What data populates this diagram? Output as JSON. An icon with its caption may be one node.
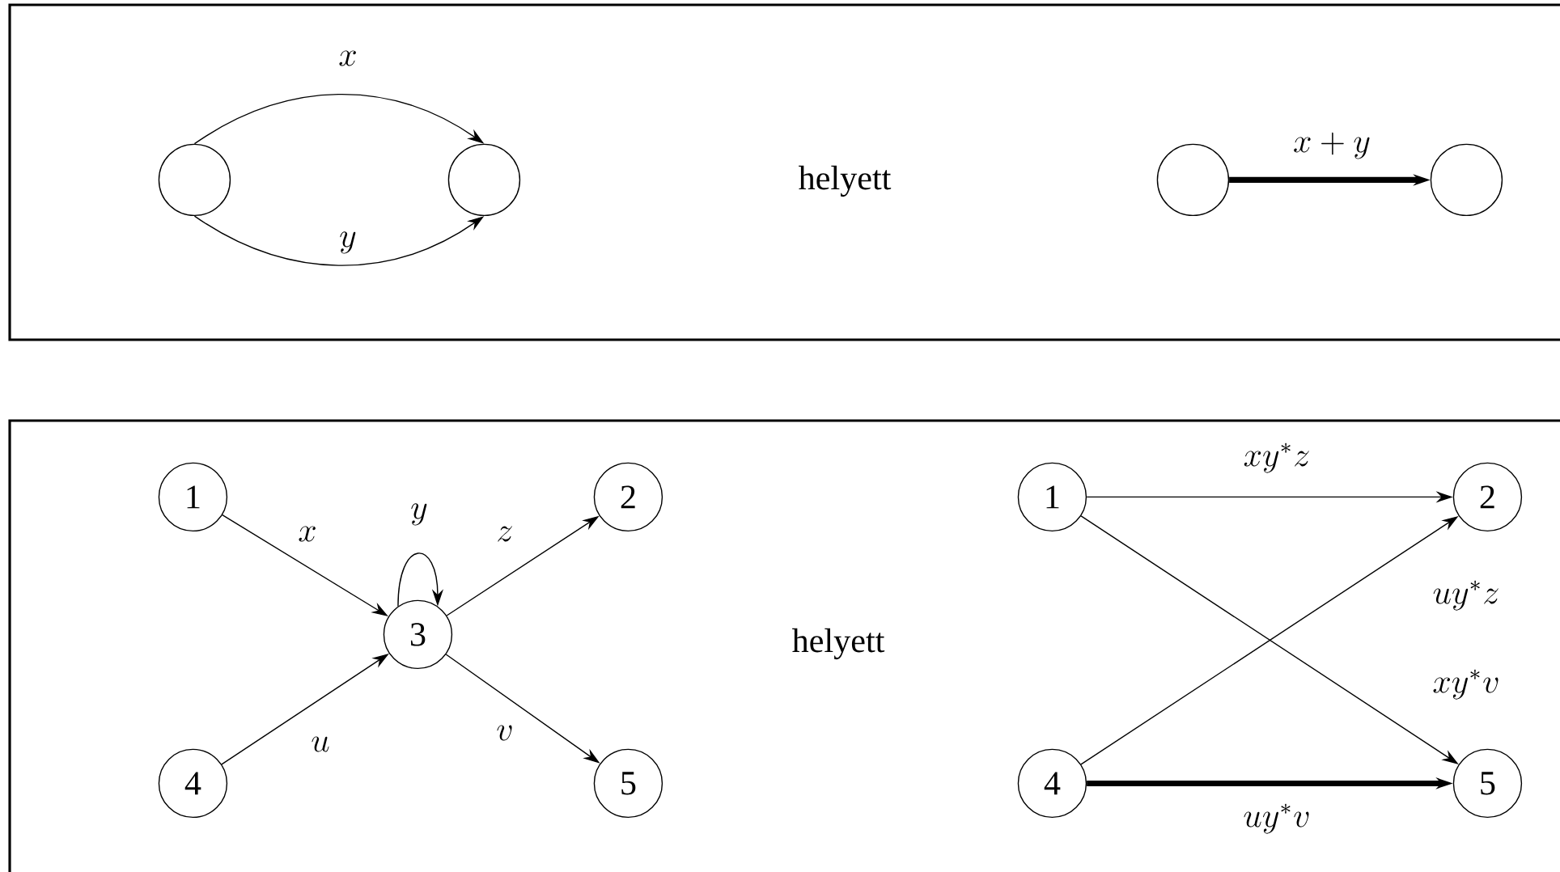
{
  "diagram": {
    "nodes": [
      {
        "text": [],
        "shape": "box"
      },
      {
        "text": [],
        "shape": "circle",
        "in": 0
      },
      {
        "text": [],
        "shape": "circle",
        "in": 0
      },
      {
        "text": [],
        "shape": "circle",
        "in": 0
      },
      {
        "text": [],
        "shape": "circle",
        "in": 0
      },
      {
        "text": [],
        "shape": "box"
      },
      {
        "text": [
          "1"
        ],
        "in": 5
      },
      {
        "text": [
          "2"
        ],
        "in": 5
      },
      {
        "text": [
          "3"
        ],
        "in": 5
      },
      {
        "text": [
          "4"
        ],
        "in": 5
      },
      {
        "text": [
          "5"
        ],
        "in": 5
      },
      {
        "text": [
          "1"
        ],
        "in": 5
      },
      {
        "text": [
          "2"
        ],
        "in": 5
      },
      {
        "text": [
          "4"
        ],
        "in": 5
      },
      {
        "text": [
          "5"
        ],
        "in": 5
      }
    ],
    "edges": [
      {
        "from": 1,
        "to": 2,
        "arrow": "to",
        "label": "x"
      },
      {
        "from": 1,
        "to": 2,
        "arrow": "to",
        "label": "y"
      },
      {
        "from": 3,
        "to": 4,
        "arrow": "to",
        "label": "x+y",
        "style": "thick"
      },
      {
        "from": 6,
        "to": 8,
        "arrow": "to",
        "label": "x"
      },
      {
        "from": 8,
        "to": 8,
        "arrow": "to",
        "label": "y"
      },
      {
        "from": 8,
        "to": 7,
        "arrow": "to",
        "label": "z"
      },
      {
        "from": 9,
        "to": 8,
        "arrow": "to",
        "label": "u"
      },
      {
        "from": 8,
        "to": 10,
        "arrow": "to",
        "label": "v"
      },
      {
        "from": 11,
        "to": 12,
        "arrow": "to",
        "label": "xy^*z"
      },
      {
        "from": 11,
        "to": 14,
        "arrow": "to",
        "label": "xy^*v"
      },
      {
        "from": 13,
        "to": 12,
        "arrow": "to",
        "label": "uy^*z"
      },
      {
        "from": 13,
        "to": 14,
        "arrow": "to",
        "label": "uy^*v",
        "style": "thick"
      }
    ],
    "labels": [
      "helyett",
      "helyett"
    ]
  }
}
